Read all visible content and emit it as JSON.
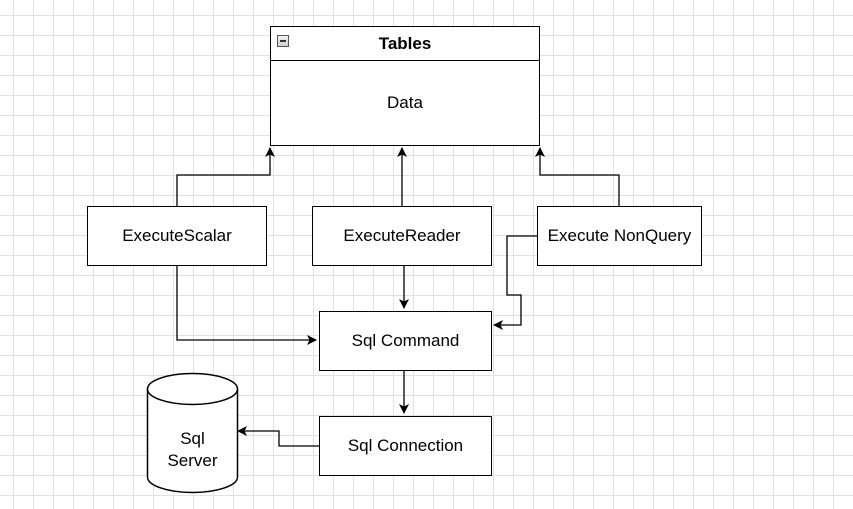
{
  "table": {
    "title": "Tables",
    "row": "Data"
  },
  "nodes": {
    "execute_scalar": "ExecuteScalar",
    "execute_reader": "ExecuteReader",
    "execute_nonquery": "Execute NonQuery",
    "sql_command": "Sql Command",
    "sql_connection": "Sql Connection"
  },
  "database": {
    "line1": "Sql",
    "line2": "Server"
  },
  "connections": [
    {
      "from": "ExecuteScalar",
      "to": "Tables"
    },
    {
      "from": "ExecuteReader",
      "to": "Tables"
    },
    {
      "from": "Execute NonQuery",
      "to": "Tables"
    },
    {
      "from": "ExecuteScalar",
      "to": "Sql Command"
    },
    {
      "from": "ExecuteReader",
      "to": "Sql Command"
    },
    {
      "from": "Execute NonQuery",
      "to": "Sql Command"
    },
    {
      "from": "Sql Command",
      "to": "Sql Connection"
    },
    {
      "from": "Sql Connection",
      "to": "Sql Server"
    }
  ]
}
